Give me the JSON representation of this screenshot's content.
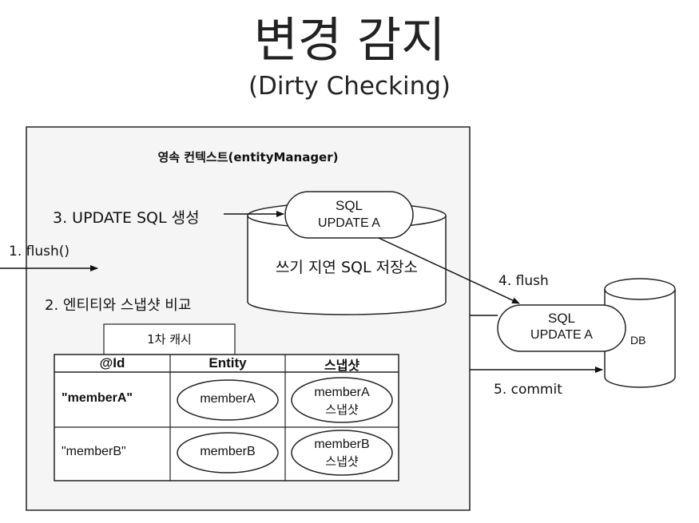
{
  "title": "변경 감지",
  "subtitle": "(Dirty Checking)",
  "persistence_context": {
    "label": "영속 컨텍스트(entityManager)",
    "write_behind_store": "쓰기 지연 SQL 저장소",
    "pending_sql": {
      "line1": "SQL",
      "line2": "UPDATE A"
    },
    "compare_step": "2. 엔티티와 스냅샷 비교",
    "generate_step": "3. UPDATE SQL 생성",
    "cache": {
      "label": "1차 캐시",
      "headers": [
        "@Id",
        "Entity",
        "스냅샷"
      ],
      "rows": [
        {
          "id": "\"memberA\"",
          "entity": "memberA",
          "snapshot_line1": "memberA",
          "snapshot_line2": "스냅샷"
        },
        {
          "id": "\"memberB\"",
          "entity": "memberB",
          "snapshot_line1": "memberB",
          "snapshot_line2": "스냅샷"
        }
      ]
    }
  },
  "steps": {
    "flush_call": "1. flush()",
    "flush": "4. flush",
    "commit": "5. commit"
  },
  "db": {
    "label": "DB",
    "sql": {
      "line1": "SQL",
      "line2": "UPDATE A"
    }
  }
}
